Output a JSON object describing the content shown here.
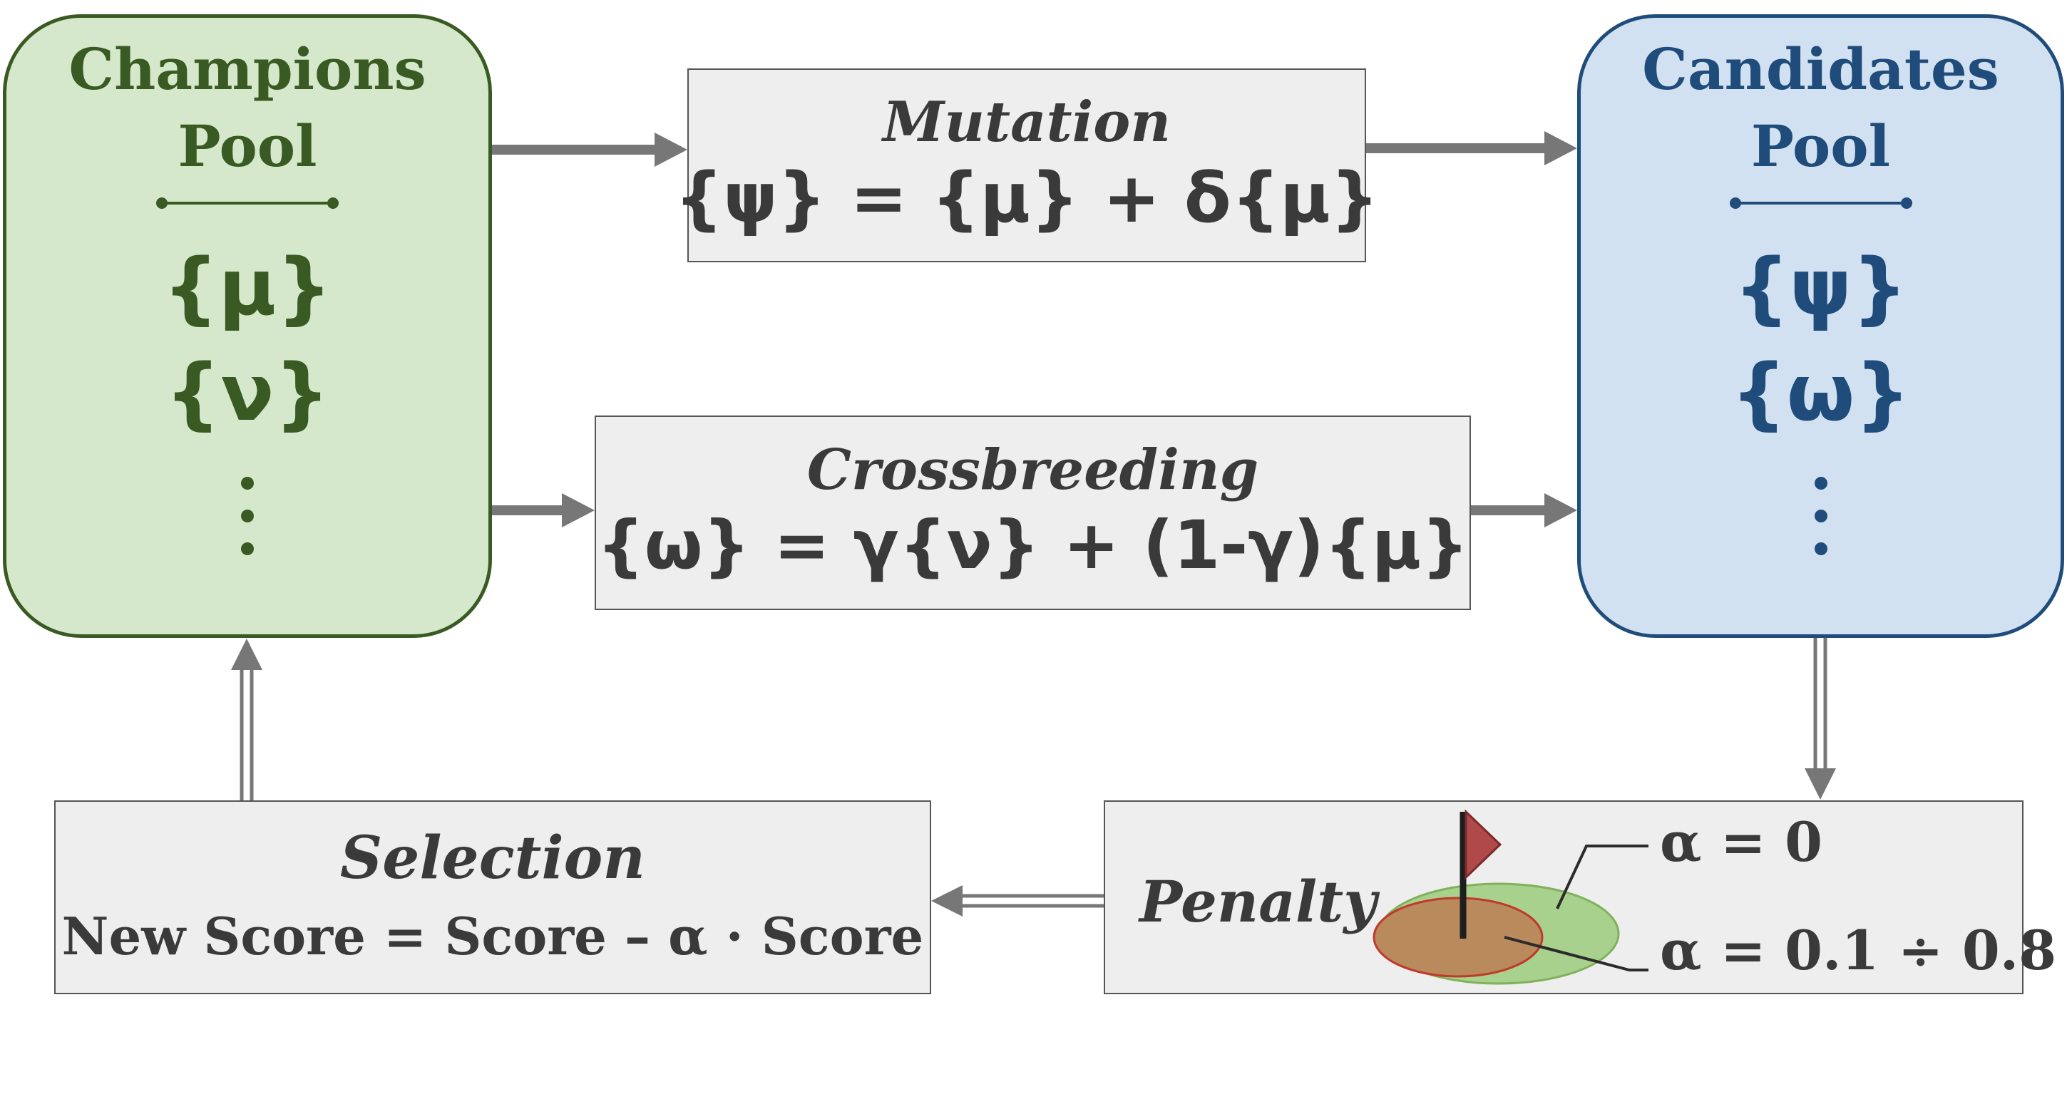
{
  "champions_pool": {
    "title_line1": "Champions",
    "title_line2": "Pool",
    "var1": "{μ}",
    "var2": "{ν}"
  },
  "candidates_pool": {
    "title_line1": "Candidates",
    "title_line2": "Pool",
    "var1": "{ψ}",
    "var2": "{ω}"
  },
  "mutation": {
    "title": "Mutation",
    "formula": "{ψ} = {μ} + δ{μ}"
  },
  "crossbreeding": {
    "title": "Crossbreeding",
    "formula": "{ω} = γ{ν} + (1-γ){μ}"
  },
  "selection": {
    "title": "Selection",
    "formula": "New Score = Score – α · Score"
  },
  "penalty": {
    "title": "Penalty",
    "alpha_outer": "α = 0",
    "alpha_inner": "α = 0.1 ÷ 0.8"
  },
  "colors": {
    "champions_fill": "#d6e8cb",
    "champions_accent": "#3a5a23",
    "candidates_fill": "#d2e1f1",
    "candidates_accent": "#1f4c7a",
    "box_fill": "#eeeeee",
    "arrow": "#777777",
    "flag": "#b04a4a",
    "outer_zone": "#a9d18e",
    "inner_zone": "#b88a5c"
  }
}
